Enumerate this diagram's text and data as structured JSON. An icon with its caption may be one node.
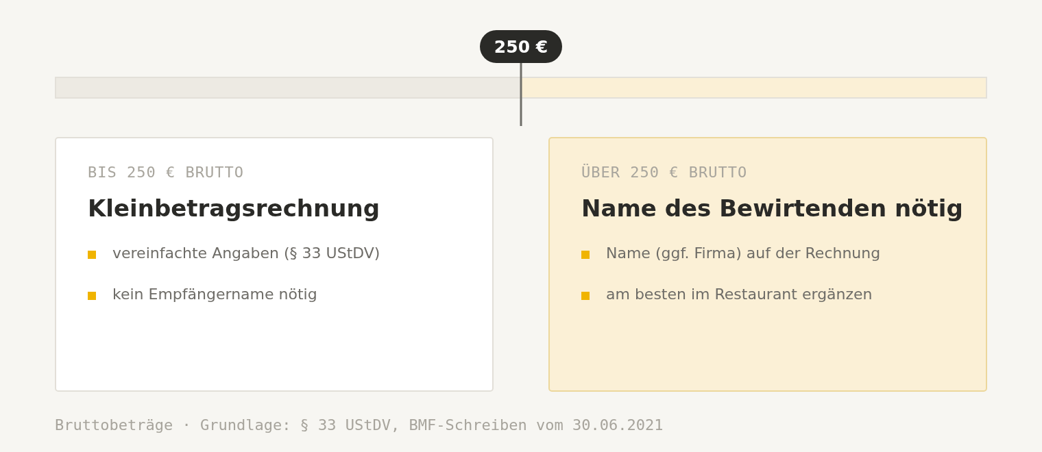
{
  "diagram": {
    "nodes": [
      {
        "text": [
          "250 €"
        ]
      },
      {
        "text": [
          "BIS 250 € BRUTTO",
          "Kleinbetragsrechnung",
          "vereinfachte Angaben (§ 33 UStDV)",
          "kein Empfängername nötig"
        ]
      },
      {
        "text": [
          "ÜBER 250 € BRUTTO",
          "Name des Bewirtenden nötig",
          "Name (ggf. Firma) auf der Rechnung",
          "am besten im Restaurant ergänzen"
        ]
      }
    ],
    "caption": "Bruttobeträge · Grundlage: § 33 UStDV, BMF-Schreiben vom 30.06.2021"
  }
}
